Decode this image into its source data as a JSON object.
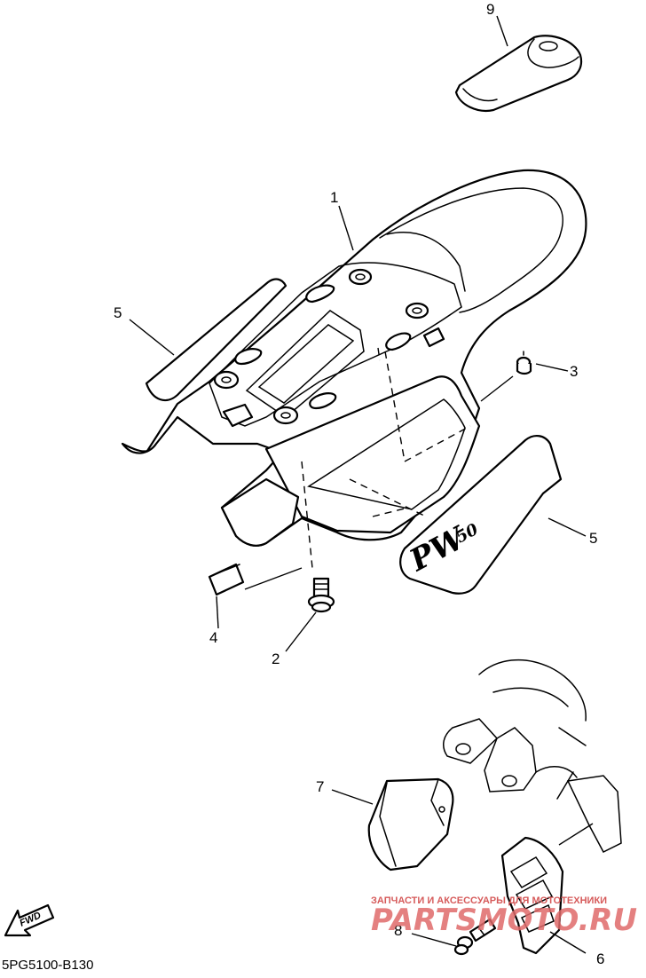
{
  "diagram": {
    "callouts": [
      {
        "id": "1",
        "label": "1"
      },
      {
        "id": "2",
        "label": "2"
      },
      {
        "id": "3",
        "label": "3"
      },
      {
        "id": "4",
        "label": "4"
      },
      {
        "id": "5a",
        "label": "5"
      },
      {
        "id": "5b",
        "label": "5"
      },
      {
        "id": "6",
        "label": "6"
      },
      {
        "id": "7",
        "label": "7"
      },
      {
        "id": "8",
        "label": "8"
      },
      {
        "id": "9",
        "label": "9"
      }
    ],
    "decal_text": {
      "main": "PW",
      "sub": "50"
    },
    "fwd_label": "FWD",
    "diagram_code": "5PG5100-B130",
    "watermark": {
      "caption": "ЗАПЧАСТИ И АКСЕССУАРЫ ДЛЯ МОТОТЕХНИКИ",
      "logo": "PARTSMOTO.RU"
    }
  }
}
